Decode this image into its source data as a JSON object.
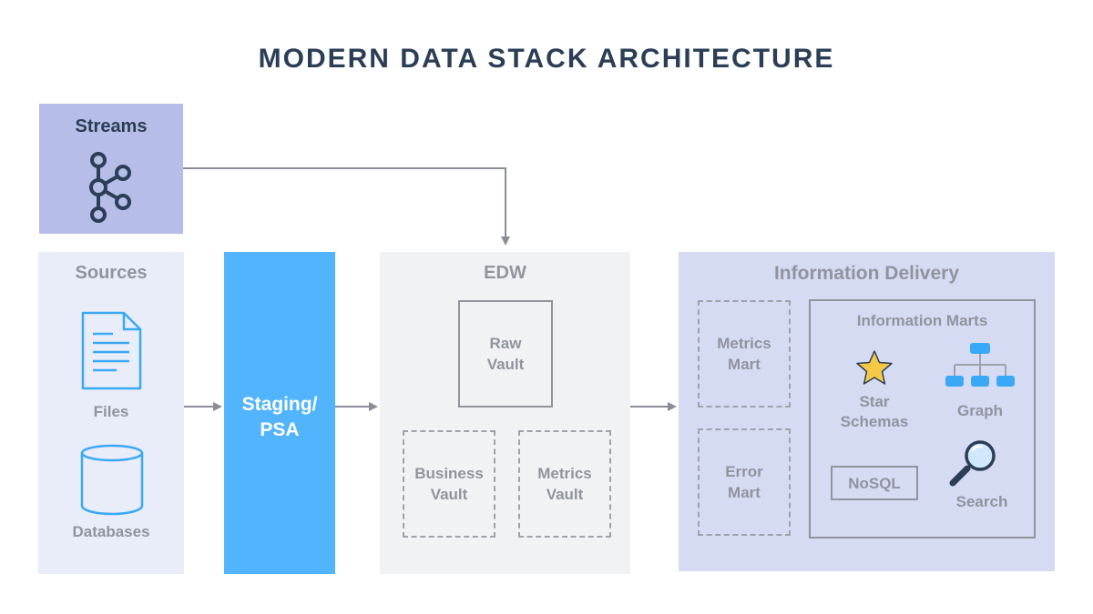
{
  "title": "MODERN DATA STACK ARCHITECTURE",
  "streams": {
    "label": "Streams",
    "icon": "kafka-icon"
  },
  "sources": {
    "label": "Sources",
    "files_label": "Files",
    "databases_label": "Databases",
    "files_icon": "document-icon",
    "databases_icon": "database-icon"
  },
  "staging": {
    "line1": "Staging/",
    "line2": "PSA"
  },
  "edw": {
    "label": "EDW",
    "raw_vault": {
      "line1": "Raw",
      "line2": "Vault"
    },
    "business_vault": {
      "line1": "Business",
      "line2": "Vault"
    },
    "metrics_vault": {
      "line1": "Metrics",
      "line2": "Vault"
    }
  },
  "delivery": {
    "label": "Information Delivery",
    "metrics_mart": {
      "line1": "Metrics",
      "line2": "Mart"
    },
    "error_mart": {
      "line1": "Error",
      "line2": "Mart"
    },
    "information_marts": {
      "title": "Information Marts",
      "star_schemas": {
        "line1": "Star",
        "line2": "Schemas",
        "icon": "star-icon"
      },
      "graph": {
        "label": "Graph",
        "icon": "graph-icon"
      },
      "nosql": {
        "label": "NoSQL"
      },
      "search": {
        "label": "Search",
        "icon": "magnifier-icon"
      }
    }
  },
  "colors": {
    "title": "#2b3e55",
    "streams_bg": "#b6bde8",
    "sources_bg": "#e9ecf9",
    "staging_bg": "#52b4fd",
    "edw_bg": "#f1f2f4",
    "delivery_bg": "#d6dbf4",
    "muted_text": "#8f949d",
    "icon_blue": "#3aa9f5",
    "star_yellow": "#f7c846",
    "arrow": "#8a8d98"
  }
}
